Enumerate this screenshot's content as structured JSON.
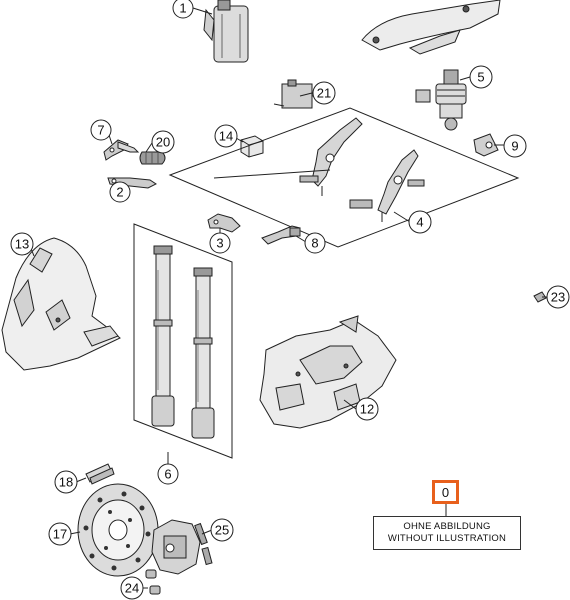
{
  "callouts": {
    "c0": "0",
    "c1": "1",
    "c2": "2",
    "c3": "3",
    "c4": "4",
    "c5": "5",
    "c6": "6",
    "c7": "7",
    "c8": "8",
    "c9": "9",
    "c12": "12",
    "c13": "13",
    "c14": "14",
    "c17": "17",
    "c18": "18",
    "c20": "20",
    "c21": "21",
    "c23": "23",
    "c24": "24",
    "c25": "25"
  },
  "note": {
    "line1": "OHNE ABBILDUNG",
    "line2": "WITHOUT ILLUSTRATION"
  },
  "colors": {
    "highlight": "#e8601c",
    "line": "#222222",
    "part_fill": "#e6e6e6",
    "part_dark": "#555555"
  }
}
